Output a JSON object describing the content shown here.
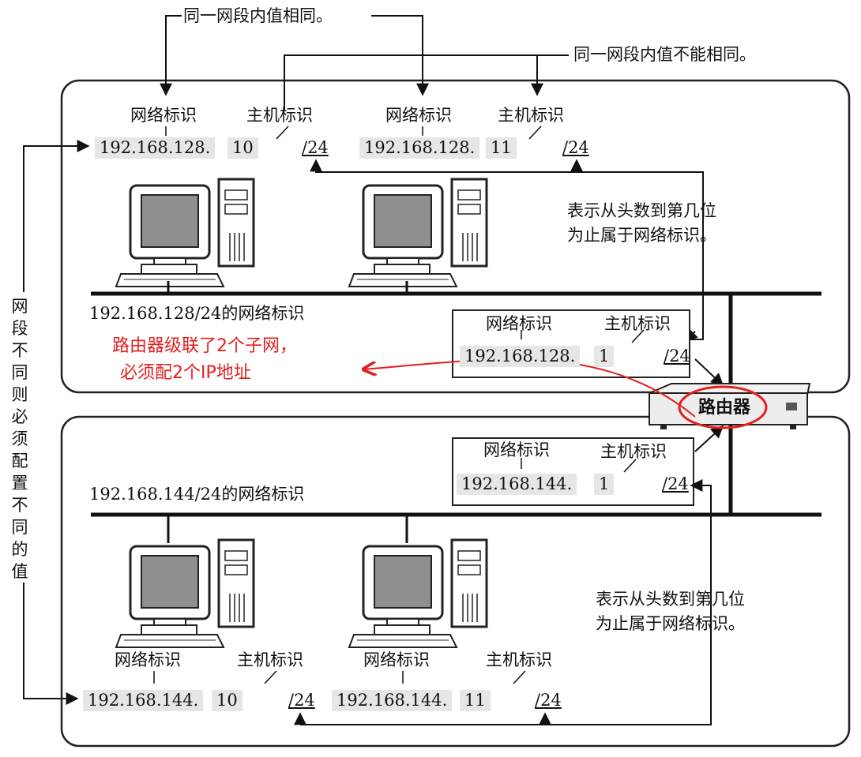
{
  "callouts": {
    "same_value": "同一网段内值相同。",
    "different_value": "同一网段内值不能相同。",
    "segment_side": "网段不同则必须配置不同的值",
    "prefix_note": "表示从头数到第几位\n为止属于网络标识。"
  },
  "labels": {
    "network_id": "网络标识",
    "host_id": "主机标识"
  },
  "router": {
    "label": "路由器"
  },
  "annotation": {
    "text": "路由器级联了2个子网，\n必须配2个IP地址",
    "color": "#e61e1e"
  },
  "top_segment": {
    "caption": "192.168.128/24的网络标识",
    "hosts": [
      {
        "network": "192.168.128.",
        "host": "10",
        "prefix": "/24"
      },
      {
        "network": "192.168.128.",
        "host": "11",
        "prefix": "/24"
      }
    ],
    "router_if": {
      "network": "192.168.128.",
      "host": "1",
      "prefix": "/24"
    }
  },
  "bottom_segment": {
    "caption": "192.168.144/24的网络标识",
    "hosts": [
      {
        "network": "192.168.144.",
        "host": "10",
        "prefix": "/24"
      },
      {
        "network": "192.168.144.",
        "host": "11",
        "prefix": "/24"
      }
    ],
    "router_if": {
      "network": "192.168.144.",
      "host": "1",
      "prefix": "/24"
    }
  }
}
